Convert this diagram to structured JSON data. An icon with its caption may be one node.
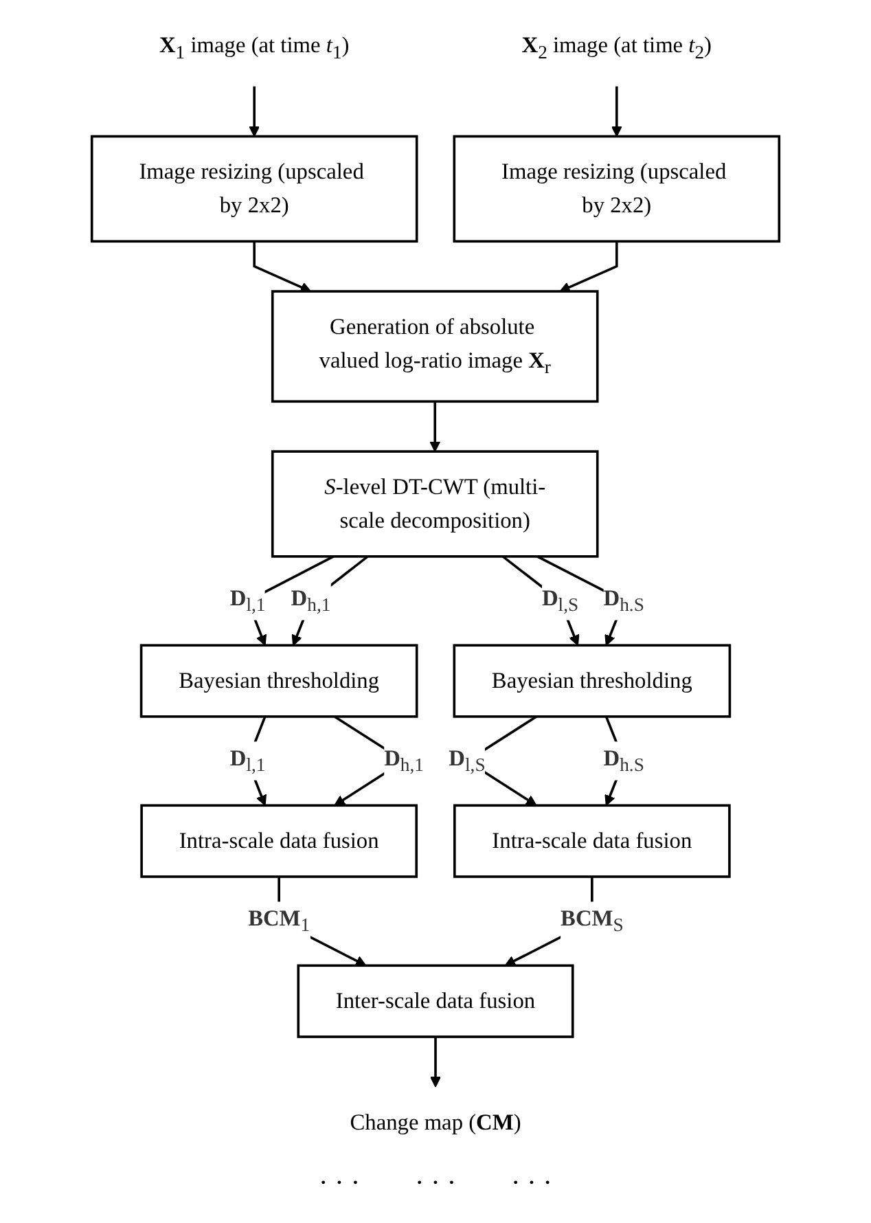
{
  "diagram": {
    "nodes": [
      {
        "text": [
          "**X**$_{1}$ image (at time *t*$_{1}$)"
        ]
      },
      {
        "text": [
          "**X**$_{2}$ image (at time *t*$_{2}$)"
        ]
      },
      {
        "text": [
          "Image resizing (upscaled by 2x2)"
        ]
      },
      {
        "text": [
          "Image resizing (upscaled by 2x2)"
        ]
      },
      {
        "text": [
          "Generation of absolute valued log-ratio image **X**$_{r}$"
        ]
      },
      {
        "text": [
          "*S*-level DT-CWT (multi-scale decomposition)"
        ]
      },
      {
        "text": [
          "Bayesian thresholding"
        ]
      },
      {
        "text": [
          "Bayesian thresholding"
        ]
      },
      {
        "text": [
          "Intra-scale data fusion"
        ]
      },
      {
        "text": [
          "Intra-scale data fusion"
        ]
      },
      {
        "text": [
          "Inter-scale data fusion"
        ]
      },
      {
        "text": [
          "Change map (**CM**)"
        ]
      }
    ],
    "edges": [
      {
        "from": 0,
        "to": 2,
        "arrow": "to"
      },
      {
        "from": 1,
        "to": 3,
        "arrow": "to"
      },
      {
        "from": 2,
        "to": 4,
        "arrow": "to"
      },
      {
        "from": 3,
        "to": 4,
        "arrow": "to"
      },
      {
        "from": 4,
        "to": 5,
        "arrow": "to"
      },
      {
        "from": 5,
        "to": 6,
        "arrow": "to",
        "label": "**D**$_{l,1}$"
      },
      {
        "from": 5,
        "to": 6,
        "arrow": "to",
        "label": "**D**$_{h,1}$"
      },
      {
        "from": 5,
        "to": 7,
        "arrow": "to",
        "label": "**D**$_{l,S}$"
      },
      {
        "from": 5,
        "to": 7,
        "arrow": "to",
        "label": "**D**$_{h.S}$"
      },
      {
        "from": 6,
        "to": 8,
        "arrow": "to",
        "label": "**D**$_{l,1}$"
      },
      {
        "from": 6,
        "to": 8,
        "arrow": "to",
        "label": "**D**$_{h,1}$"
      },
      {
        "from": 7,
        "to": 9,
        "arrow": "to",
        "label": "**D**$_{l,S}$"
      },
      {
        "from": 7,
        "to": 9,
        "arrow": "to",
        "label": "**D**$_{h.S}$"
      },
      {
        "from": 8,
        "to": 10,
        "arrow": "to",
        "label": "**BCM**$_{1}$"
      },
      {
        "from": 9,
        "to": 10,
        "arrow": "to",
        "label": "**BCM**$_{S}$"
      },
      {
        "from": 10,
        "to": 11,
        "arrow": "to"
      }
    ],
    "labels": [
      "· · ·",
      "· · ·",
      "· · ·"
    ]
  }
}
